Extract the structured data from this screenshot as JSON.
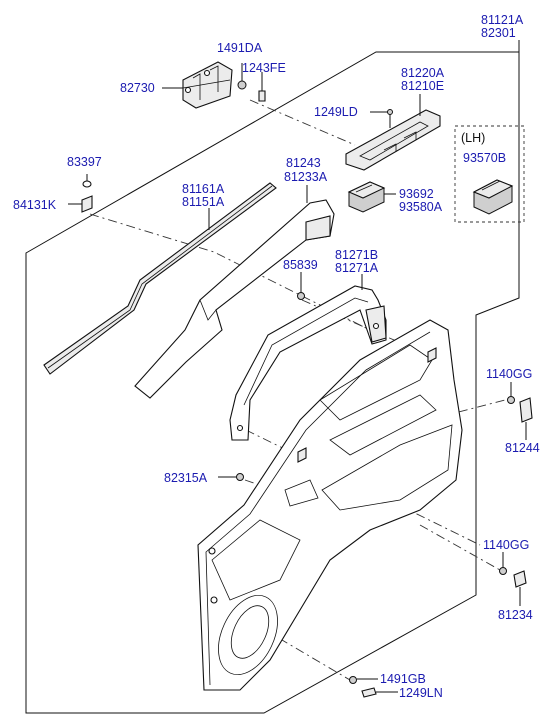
{
  "diagram": {
    "labels": {
      "p81121A": "81121A",
      "p82301": "82301",
      "p1491DA": "1491DA",
      "p1243FE": "1243FE",
      "p82730": "82730",
      "p81220A": "81220A",
      "p81210E": "81210E",
      "p1249LD": "1249LD",
      "lh": "(LH)",
      "p93570B": "93570B",
      "p83397": "83397",
      "p84131K": "84131K",
      "p81161A": "81161A",
      "p81151A": "81151A",
      "p81243": "81243",
      "p81233A": "81233A",
      "p93692": "93692",
      "p93580A": "93580A",
      "p85839": "85839",
      "p81271B": "81271B",
      "p81271A": "81271A",
      "p1140GG_top": "1140GG",
      "p81244": "81244",
      "p82315A": "82315A",
      "p1140GG_bot": "1140GG",
      "p81234": "81234",
      "p1491GB": "1491GB",
      "p1249LN": "1249LN"
    },
    "colors": {
      "label": "#1b1bb0",
      "line": "#111111"
    }
  }
}
